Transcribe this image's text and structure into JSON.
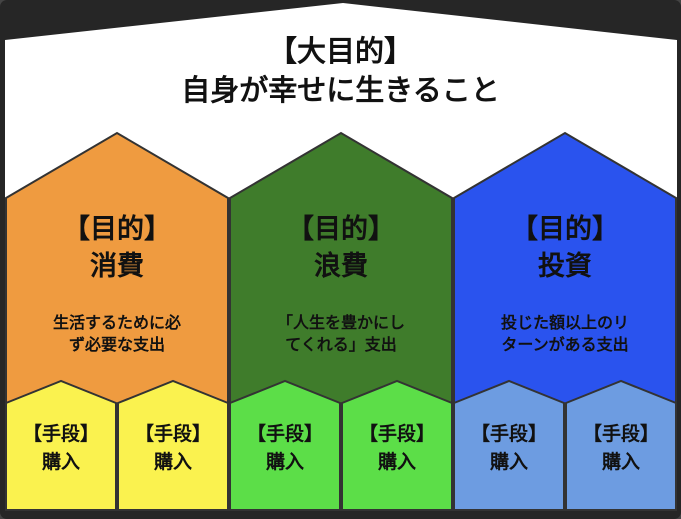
{
  "canvas": {
    "bg_color": "#262626",
    "panel_color": "#ffffff",
    "outline_color": "#333333",
    "text_color": "#111111"
  },
  "main_goal": {
    "tag": "【大目的】",
    "title": "自身が幸せに生きること"
  },
  "sections": [
    {
      "goal_tag": "【目的】",
      "name": "消費",
      "color": "#EF9B40",
      "means_color": "#FAF24F",
      "desc_line1": "生活するために必",
      "desc_line2": "ず必要な支出",
      "means": [
        {
          "tag": "【手段】",
          "label": "購入"
        },
        {
          "tag": "【手段】",
          "label": "購入"
        }
      ]
    },
    {
      "goal_tag": "【目的】",
      "name": "浪費",
      "color": "#3F7C2B",
      "means_color": "#5CDE48",
      "desc_line1": "「人生を豊かにし",
      "desc_line2": "てくれる」支出",
      "means": [
        {
          "tag": "【手段】",
          "label": "購入"
        },
        {
          "tag": "【手段】",
          "label": "購入"
        }
      ]
    },
    {
      "goal_tag": "【目的】",
      "name": "投資",
      "color": "#2A53EE",
      "means_color": "#6D9CE1",
      "desc_line1": "投じた額以上のリ",
      "desc_line2": "ターンがある支出",
      "means": [
        {
          "tag": "【手段】",
          "label": "購入"
        },
        {
          "tag": "【手段】",
          "label": "購入"
        }
      ]
    }
  ]
}
